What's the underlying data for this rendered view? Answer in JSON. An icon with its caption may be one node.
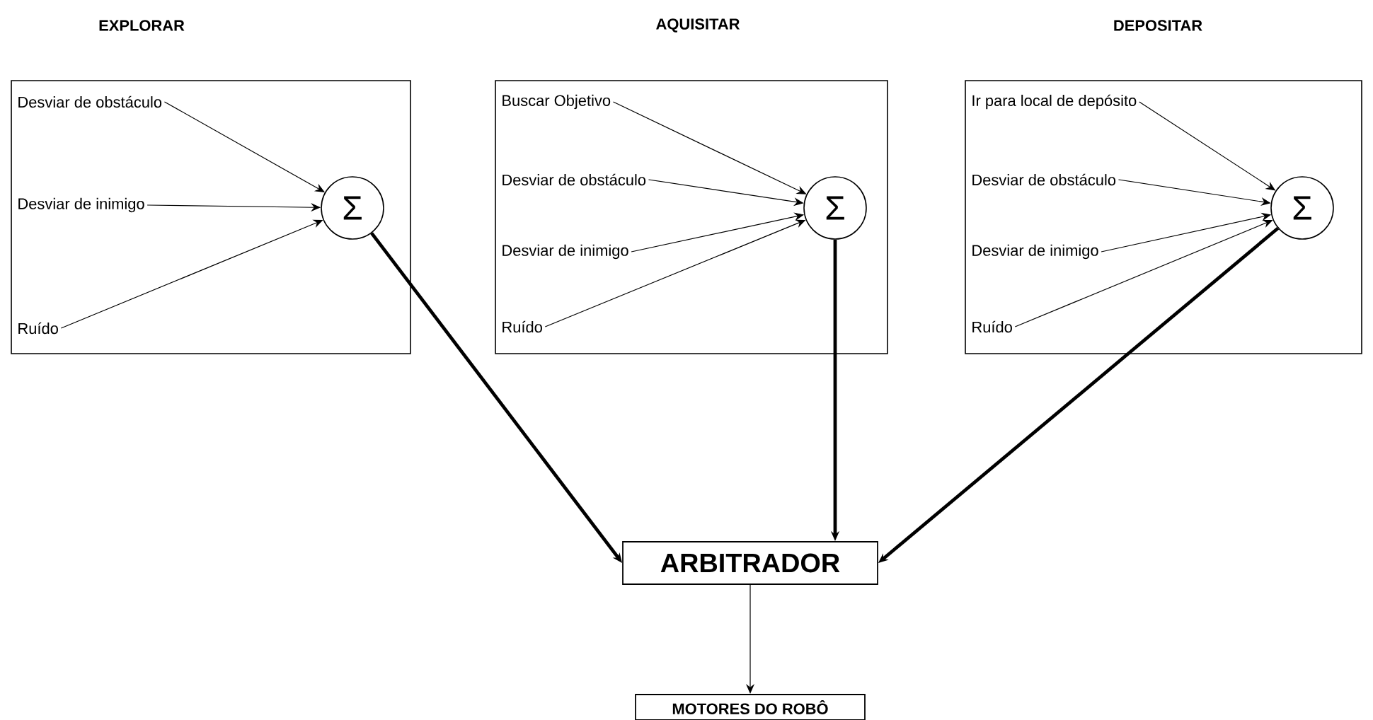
{
  "diagram": {
    "nodes": [
      {
        "text": [
          "EXPLORAR"
        ]
      },
      {
        "text": [
          "Desviar de obstáculo"
        ],
        "in": 0
      },
      {
        "text": [
          "Desviar de inimigo"
        ],
        "in": 0
      },
      {
        "text": [
          "Ruído"
        ],
        "in": 0
      },
      {
        "text": [
          "Σ"
        ],
        "in": 0
      },
      {
        "text": [
          "AQUISITAR"
        ]
      },
      {
        "text": [
          "Buscar Objetivo"
        ],
        "in": 5
      },
      {
        "text": [
          "Desviar de obstáculo"
        ],
        "in": 5
      },
      {
        "text": [
          "Desviar de inimigo"
        ],
        "in": 5
      },
      {
        "text": [
          "Ruído"
        ],
        "in": 5
      },
      {
        "text": [
          "Σ"
        ],
        "in": 5
      },
      {
        "text": [
          "DEPOSITAR"
        ]
      },
      {
        "text": [
          "Ir para local de depósito"
        ],
        "in": 11
      },
      {
        "text": [
          "Desviar de obstáculo"
        ],
        "in": 11
      },
      {
        "text": [
          "Desviar de inimigo"
        ],
        "in": 11
      },
      {
        "text": [
          "Ruído"
        ],
        "in": 11
      },
      {
        "text": [
          "Σ"
        ],
        "in": 11
      },
      {
        "text": [
          "ARBITRADOR"
        ]
      },
      {
        "text": [
          "MOTORES DO ROBÔ"
        ]
      }
    ],
    "edges": [
      {
        "from": 1,
        "to": 4,
        "arrow": "to"
      },
      {
        "from": 2,
        "to": 4,
        "arrow": "to"
      },
      {
        "from": 3,
        "to": 4,
        "arrow": "to"
      },
      {
        "from": 6,
        "to": 10,
        "arrow": "to"
      },
      {
        "from": 7,
        "to": 10,
        "arrow": "to"
      },
      {
        "from": 8,
        "to": 10,
        "arrow": "to"
      },
      {
        "from": 9,
        "to": 10,
        "arrow": "to"
      },
      {
        "from": 12,
        "to": 16,
        "arrow": "to"
      },
      {
        "from": 13,
        "to": 16,
        "arrow": "to"
      },
      {
        "from": 14,
        "to": 16,
        "arrow": "to"
      },
      {
        "from": 15,
        "to": 16,
        "arrow": "to"
      },
      {
        "from": 4,
        "to": 17,
        "arrow": "to",
        "style": "thick"
      },
      {
        "from": 10,
        "to": 17,
        "arrow": "to",
        "style": "thick"
      },
      {
        "from": 16,
        "to": 17,
        "arrow": "to",
        "style": "thick"
      },
      {
        "from": 17,
        "to": 18,
        "arrow": "to"
      }
    ]
  }
}
